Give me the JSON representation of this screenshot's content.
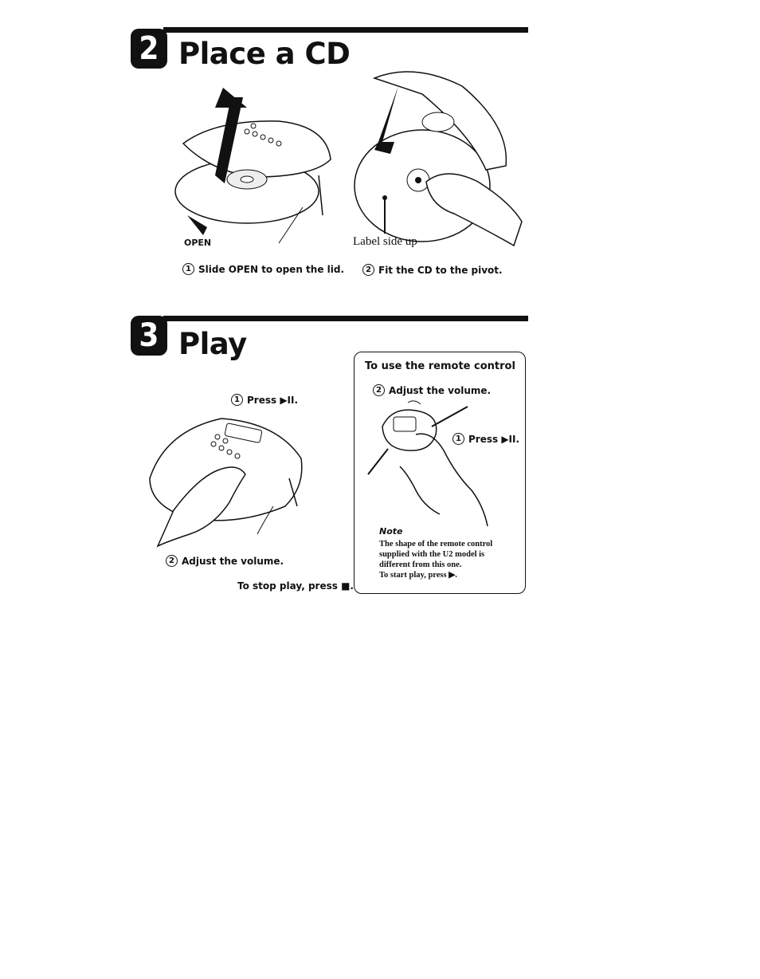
{
  "section_place": {
    "badge": "2",
    "title": "Place a CD",
    "open_label": "OPEN",
    "label_side_up": "Label side up",
    "step1_num": "1",
    "step1_text": "Slide OPEN to open the lid.",
    "step2_num": "2",
    "step2_text": "Fit the CD to the pivot."
  },
  "section_play": {
    "badge": "3",
    "title": "Play",
    "step1_num": "1",
    "step1_text": "Press ▶II.",
    "step2_num": "2",
    "step2_text": "Adjust the volume.",
    "stop_text": "To stop play, press ■."
  },
  "remote_box": {
    "title": "To use the remote control",
    "step2_num": "2",
    "step2_text": "Adjust the volume.",
    "step1_num": "1",
    "step1_text": "Press ▶II.",
    "note_label": "Note",
    "note_line1": "The shape of the remote control",
    "note_line2": "supplied with the U2 model is",
    "note_line3": "different from this one.",
    "note_line4": "To start play, press ▶."
  }
}
